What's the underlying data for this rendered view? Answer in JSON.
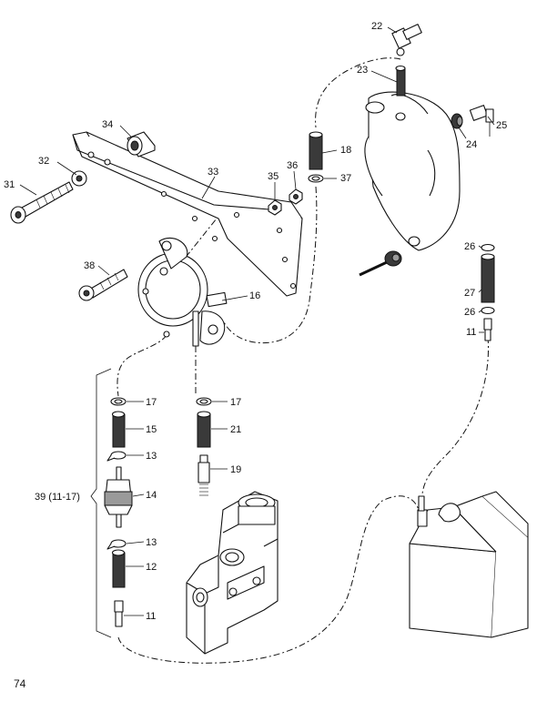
{
  "page_number": "74",
  "callouts": {
    "c22": "22",
    "c23": "23",
    "c24": "24",
    "c25": "25",
    "c34": "34",
    "c32": "32",
    "c31": "31",
    "c33": "33",
    "c35": "35",
    "c36": "36",
    "c18": "18",
    "c37": "37",
    "c38": "38",
    "c16": "16",
    "c26a": "26",
    "c27": "27",
    "c26b": "26",
    "c11a": "11",
    "c17a": "17",
    "c15": "15",
    "c13a": "13",
    "c14": "14",
    "c13b": "13",
    "c12": "12",
    "c11b": "11",
    "c17b": "17",
    "c21": "21",
    "c19": "19",
    "c39": "39 (11-17)"
  }
}
